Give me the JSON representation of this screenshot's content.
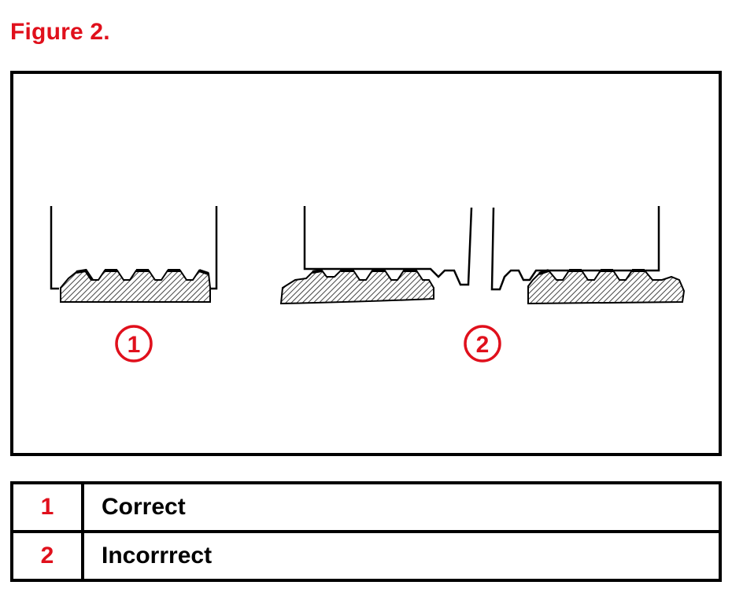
{
  "figure": {
    "title": "Figure 2.",
    "accent_color": "#e0101c",
    "callouts": [
      {
        "label": "1"
      },
      {
        "label": "2"
      }
    ]
  },
  "legend": {
    "rows": [
      {
        "num": "1",
        "text": "Correct"
      },
      {
        "num": "2",
        "text": "Incorrrect"
      }
    ]
  }
}
